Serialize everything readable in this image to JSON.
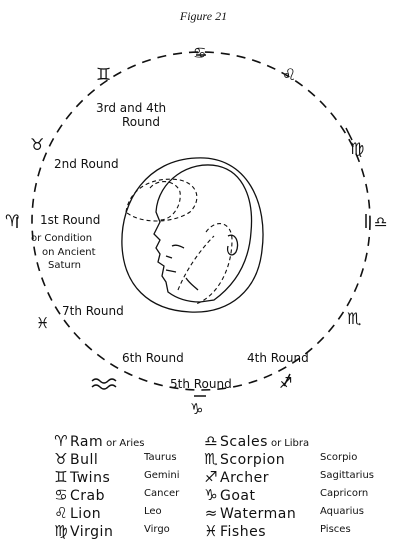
{
  "figure_title": "Figure 21",
  "rounds": {
    "round_1_line1": "1st Round",
    "round_1_line2": "or Condition",
    "round_1_line3": "on Ancient",
    "round_1_line4": "Saturn",
    "round_2": "2nd Round",
    "round_34_line1": "3rd and 4th",
    "round_34_line2": "Round",
    "round_4": "4th Round",
    "round_5": "5th Round",
    "round_6": "6th Round",
    "round_7": "7th Round"
  },
  "circle_signs": {
    "cancer": "♋",
    "leo": "♌",
    "virgo": "♍",
    "libra": "♎",
    "scorpio": "♏",
    "sagittarius": "♐",
    "capricorn": "♑",
    "pisces": "♓",
    "aries": "♈",
    "taurus": "♉",
    "gemini": "♊"
  },
  "legend": [
    {
      "symbol": "♈",
      "name": "Ram",
      "sep": "or",
      "latin": "Aries"
    },
    {
      "symbol": "♉",
      "name": "Bull",
      "sep": "",
      "latin": "Taurus"
    },
    {
      "symbol": "♊",
      "name": "Twins",
      "sep": "",
      "latin": "Gemini"
    },
    {
      "symbol": "♋",
      "name": "Crab",
      "sep": "",
      "latin": "Cancer"
    },
    {
      "symbol": "♌",
      "name": "Lion",
      "sep": "",
      "latin": "Leo"
    },
    {
      "symbol": "♍",
      "name": "Virgin",
      "sep": "",
      "latin": "Virgo"
    },
    {
      "symbol": "♎",
      "name": "Scales",
      "sep": "or",
      "latin": "Libra"
    },
    {
      "symbol": "♏",
      "name": "Scorpion",
      "sep": "",
      "latin": "Scorpio"
    },
    {
      "symbol": "♐",
      "name": "Archer",
      "sep": "",
      "latin": "Sagittarius"
    },
    {
      "symbol": "♑",
      "name": "Goat",
      "sep": "",
      "latin": "Capricorn"
    },
    {
      "symbol": "≈",
      "name": "Waterman",
      "sep": "",
      "latin": "Aquarius"
    },
    {
      "symbol": "♓",
      "name": "Fishes",
      "sep": "",
      "latin": "Pisces"
    }
  ]
}
